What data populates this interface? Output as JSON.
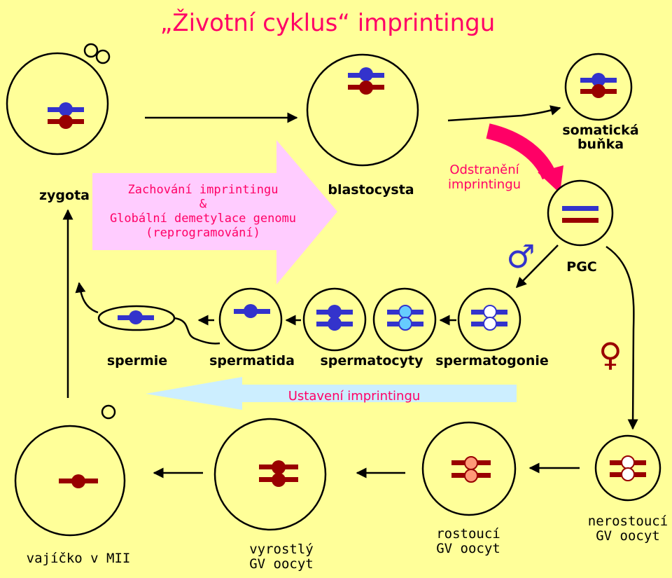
{
  "title": "„Životní cyklus“ imprintingu",
  "colors": {
    "background": "#ffff99",
    "paternal": "#3333cc",
    "maternal": "#990000",
    "accent": "#ff0066",
    "pink_arrow": "#ffccff",
    "blue_arrow": "#cceeff",
    "light_blue_dot": "#66ccff",
    "light_red_dot": "#ff9977"
  },
  "cells": {
    "zygota": "zygota",
    "blastocysta": "blastocysta",
    "somaticka": "somatická\nbuňka",
    "pgc": "PGC",
    "spermie": "spermie",
    "spermatida": "spermatida",
    "spermatocyty": "spermatocyty",
    "spermatogonie": "spermatogonie",
    "vajicko": "vajíčko v MII",
    "vyrostly": "vyrostlý\nGV oocyt",
    "rostouci": "rostoucí\nGV oocyt",
    "nerostouci": "nerostoucí\nGV oocyt"
  },
  "arrows": {
    "pink_big": "Zachování imprintingu\n&\nGlobální demetylace genomu\n(reprogramování)",
    "odstraneni": "Odstranění\nimprintingu",
    "ustaveni": "Ustavení imprintingu"
  },
  "symbols": {
    "male": "♂",
    "female": "♀"
  }
}
